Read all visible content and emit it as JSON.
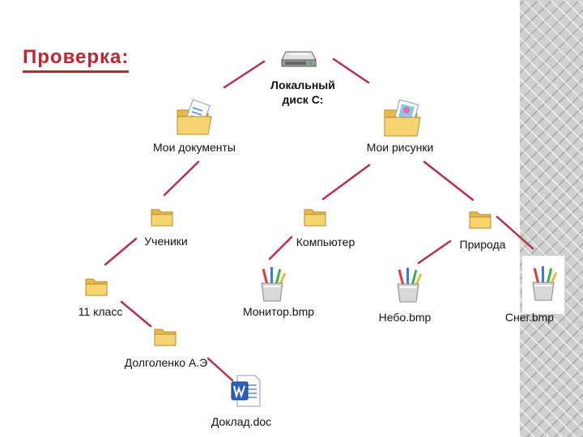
{
  "title": "Проверка:",
  "colors": {
    "accent": "#c0242c",
    "line": "#b5304a",
    "folder": "#f2cf5b"
  },
  "nodes": {
    "drive": {
      "label_line1": "Локальный",
      "label_line2": "диск С:",
      "icon": "hard-drive-icon"
    },
    "my_documents": {
      "label": "Мои документы",
      "icon": "documents-folder-icon"
    },
    "my_pictures": {
      "label": "Мои рисунки",
      "icon": "pictures-folder-icon"
    },
    "students": {
      "label": "Ученики",
      "icon": "folder-icon"
    },
    "computer": {
      "label": "Компьютер",
      "icon": "folder-icon"
    },
    "nature": {
      "label": "Природа",
      "icon": "folder-icon"
    },
    "class11": {
      "label": "11 класс",
      "icon": "folder-icon"
    },
    "monitor": {
      "label": "Монитор.bmp",
      "icon": "paint-file-icon"
    },
    "sky": {
      "label": "Небо.bmp",
      "icon": "paint-file-icon"
    },
    "snow": {
      "label": "Снег.bmp",
      "icon": "paint-file-icon"
    },
    "dolgolenko": {
      "label": "Долголенко А.Э",
      "icon": "folder-icon"
    },
    "report": {
      "label": "Доклад.doc",
      "icon": "word-document-icon"
    }
  }
}
